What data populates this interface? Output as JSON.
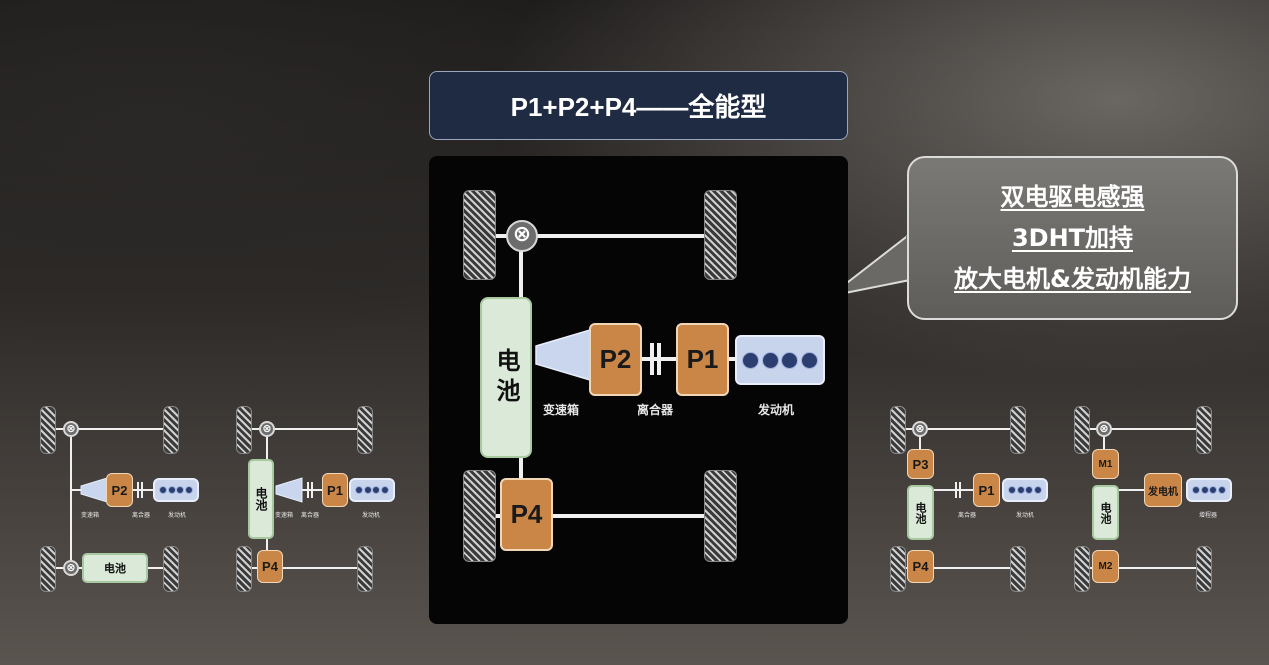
{
  "title": "P1+P2+P4——全能型",
  "callout": {
    "lines": [
      "双电驱电感强",
      "3DHT加持",
      "放大电机&发动机能力"
    ]
  },
  "main_diagram": {
    "battery": "电池",
    "p2": "P2",
    "p1": "P1",
    "p4": "P4",
    "gearbox_label": "变速箱",
    "clutch_label": "离合器",
    "engine_label": "发动机"
  },
  "small_diagram_1": {
    "p2": "P2",
    "battery": "电池",
    "gearbox_label": "变速箱",
    "clutch_label": "离合器",
    "engine_label": "发动机"
  },
  "small_diagram_2": {
    "battery": "电池",
    "p1": "P1",
    "p4": "P4",
    "gearbox_label": "变速箱",
    "clutch_label": "离合器",
    "engine_label": "发动机"
  },
  "small_diagram_3": {
    "p3": "P3",
    "battery": "电池",
    "p1": "P1",
    "p4": "P4",
    "clutch_label": "离合器",
    "engine_label": "发动机"
  },
  "small_diagram_4": {
    "m1": "M1",
    "battery": "电池",
    "generator": "发电机",
    "m2": "M2",
    "engine_label": "增程器"
  },
  "colors": {
    "component_orange": "#c98646",
    "battery_green": "#dbe9d9",
    "engine_blue": "#c8d4ec",
    "title_navy": "#1f2b43"
  }
}
